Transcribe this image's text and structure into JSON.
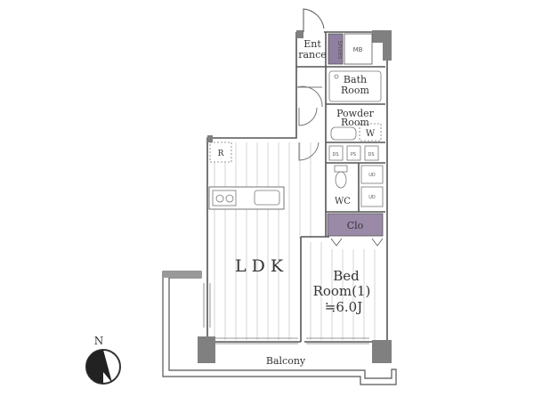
{
  "rooms": {
    "ldk": "L D K",
    "bedroom_line1": "Bed",
    "bedroom_line2": "Room(1)",
    "bedroom_size": "≒6.0J",
    "balcony": "Balcony",
    "bath_line1": "Bath",
    "bath_line2": "Room",
    "powder_line1": "Powder",
    "powder_line2": "Room",
    "entrance_line1": "Ent",
    "entrance_line2": "rance",
    "closet": "Clo",
    "wc": "WC"
  },
  "fixtures": {
    "mb": "MB",
    "washer": "W",
    "refrigerator": "R",
    "shoe_box": "Shoes",
    "ds_labels": [
      "DS",
      "PS",
      "DS"
    ],
    "ud_labels": [
      "UD",
      "UD"
    ]
  },
  "compass": {
    "label": "N"
  },
  "colors": {
    "wall": "#808080",
    "closet": "#9a8aa8",
    "shoe_box": "#8f7fa0",
    "floor_line": "#d6d6d6",
    "line": "#555555"
  }
}
